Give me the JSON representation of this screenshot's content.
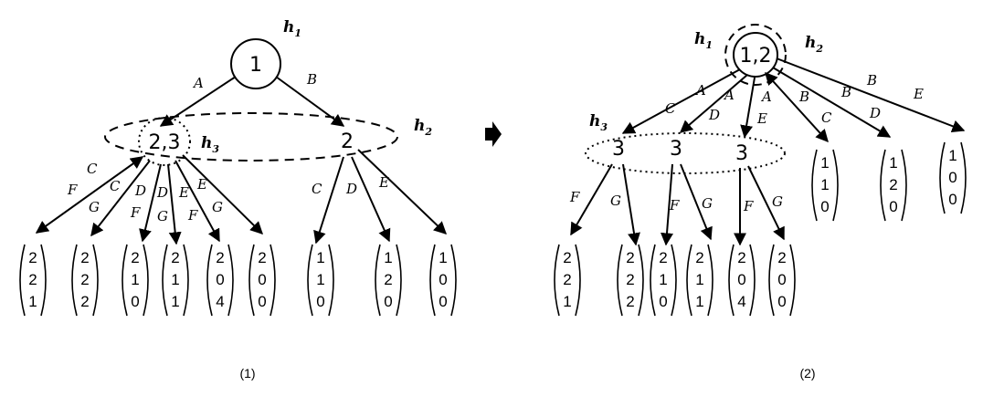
{
  "arrow_color": "#000000",
  "panel1": {
    "caption": "(1)",
    "root": {
      "label": "1"
    },
    "mid_left": {
      "label": "2,3"
    },
    "mid_right": {
      "label": "2"
    },
    "set_labels": {
      "h1": {
        "base": "h",
        "sub": "1"
      },
      "h2": {
        "base": "h",
        "sub": "2"
      },
      "h3": {
        "base": "h",
        "sub": "3"
      }
    },
    "edge_labels": {
      "root_left": "A",
      "root_right": "B",
      "left_out": [
        "C",
        "F",
        "C",
        "G",
        "D",
        "F",
        "D",
        "G",
        "E",
        "F",
        "E",
        "G"
      ],
      "right_out": [
        "C",
        "D",
        "E"
      ]
    },
    "leaves": [
      [
        "2",
        "2",
        "1"
      ],
      [
        "2",
        "2",
        "2"
      ],
      [
        "2",
        "1",
        "0"
      ],
      [
        "2",
        "1",
        "1"
      ],
      [
        "2",
        "0",
        "4"
      ],
      [
        "2",
        "0",
        "0"
      ],
      [
        "1",
        "1",
        "0"
      ],
      [
        "1",
        "2",
        "0"
      ],
      [
        "1",
        "0",
        "0"
      ]
    ]
  },
  "transition_icon": "right-arrow-icon",
  "panel2": {
    "caption": "(2)",
    "root": {
      "label": "1,2"
    },
    "mid": [
      {
        "label": "3"
      },
      {
        "label": "3"
      },
      {
        "label": "3"
      }
    ],
    "set_labels": {
      "h1": {
        "base": "h",
        "sub": "1"
      },
      "h2": {
        "base": "h",
        "sub": "2"
      },
      "h3": {
        "base": "h",
        "sub": "3"
      }
    },
    "edge_labels": {
      "root_to_mid": [
        "A",
        "C",
        "A",
        "D",
        "A",
        "E"
      ],
      "root_to_leaf": [
        "B",
        "C",
        "B",
        "D",
        "B",
        "E"
      ],
      "mid_out": [
        "F",
        "G",
        "F",
        "G",
        "F",
        "G"
      ]
    },
    "leaves_bottom": [
      [
        "2",
        "2",
        "1"
      ],
      [
        "2",
        "2",
        "2"
      ],
      [
        "2",
        "1",
        "0"
      ],
      [
        "2",
        "1",
        "1"
      ],
      [
        "2",
        "0",
        "4"
      ],
      [
        "2",
        "0",
        "0"
      ]
    ],
    "leaves_side": [
      [
        "1",
        "1",
        "0"
      ],
      [
        "1",
        "2",
        "0"
      ],
      [
        "1",
        "0",
        "0"
      ]
    ]
  }
}
